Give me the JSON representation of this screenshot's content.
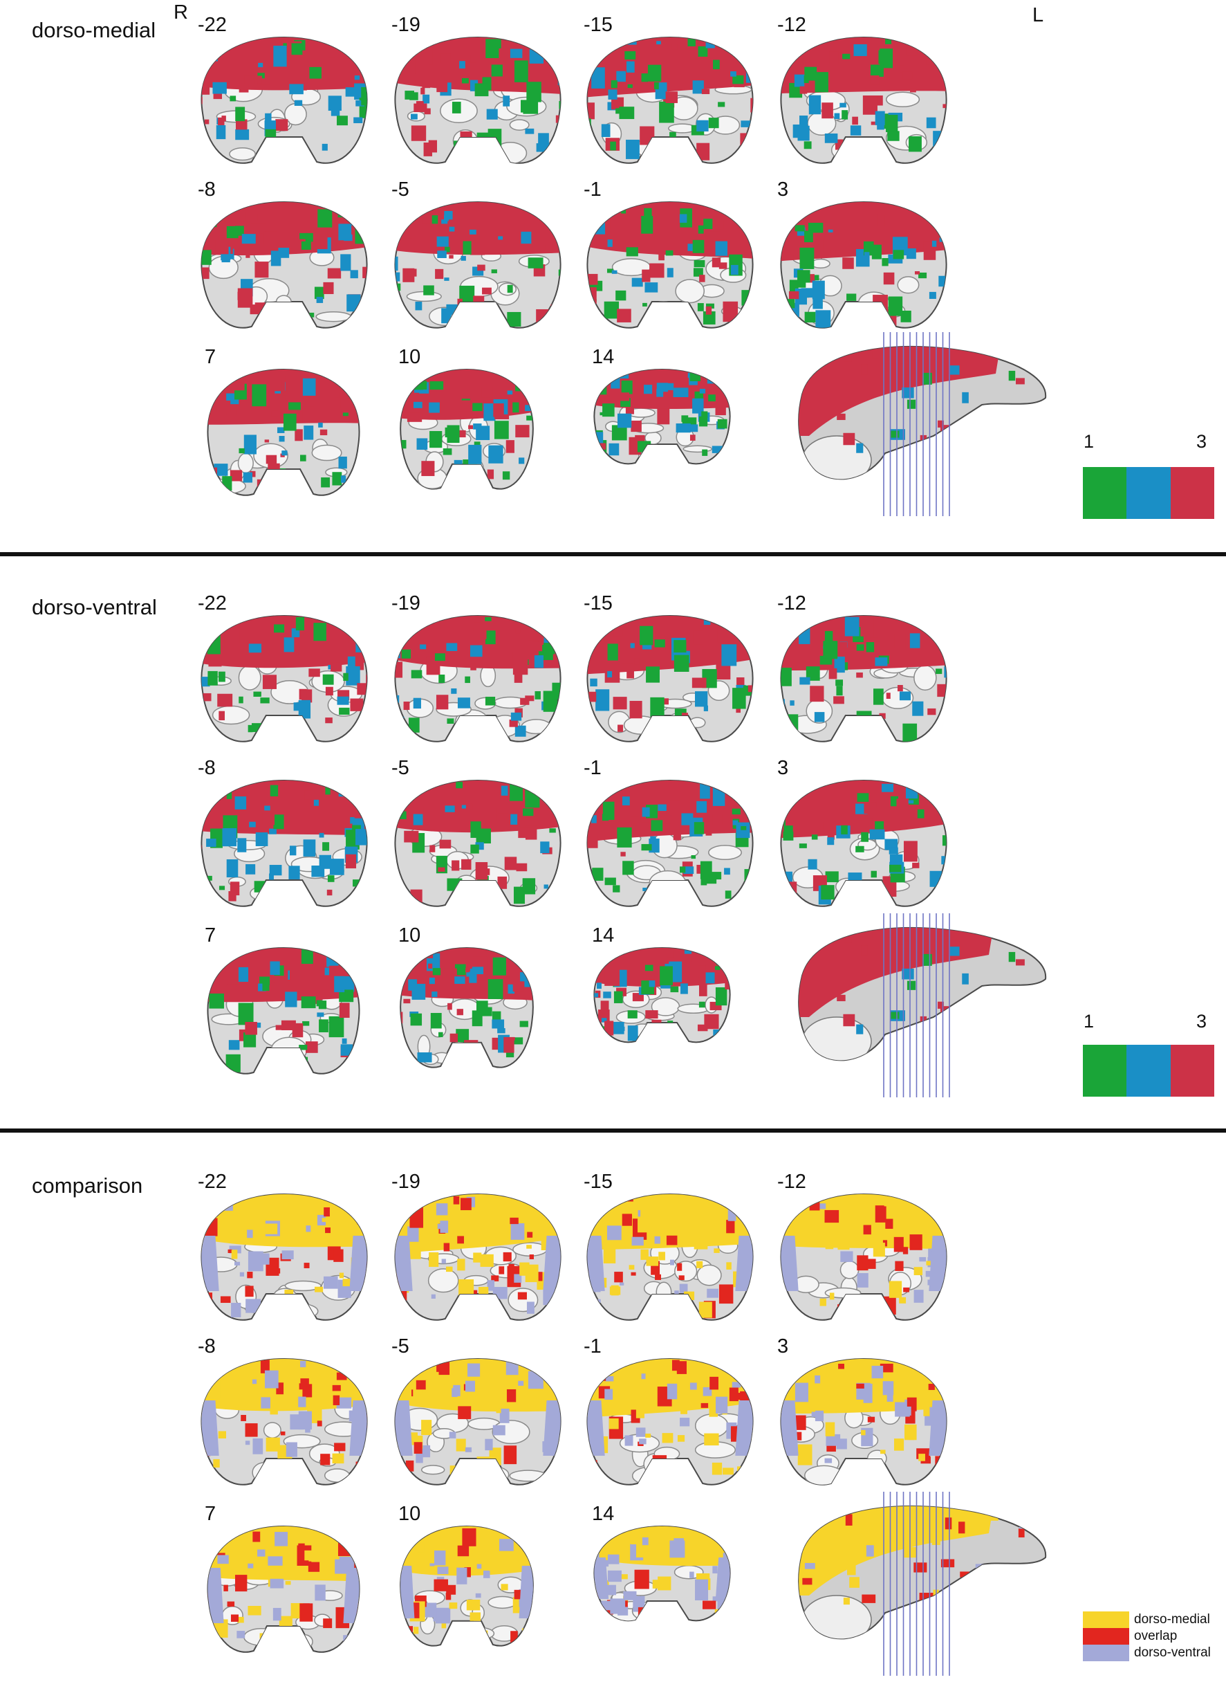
{
  "orientation": {
    "right_label": "R",
    "left_label": "L"
  },
  "slice_labels": [
    "-22",
    "-19",
    "-15",
    "-12",
    "-8",
    "-5",
    "-1",
    "3",
    "7",
    "10",
    "14"
  ],
  "colors": {
    "scale_low": "#1aa538",
    "scale_mid": "#1a8fc6",
    "scale_high": "#cc3247",
    "comparison_dorso_medial": "#f7d42a",
    "comparison_overlap": "#e2261f",
    "comparison_dorso_ventral": "#a3a9d8",
    "slice_line": "#6e74c4"
  },
  "sections": [
    {
      "title": "dorso-medial",
      "scale": {
        "min_label": "1",
        "max_label": "3",
        "colors": [
          "#1aa538",
          "#1a8fc6",
          "#cc3247"
        ]
      }
    },
    {
      "title": "dorso-ventral",
      "scale": {
        "min_label": "1",
        "max_label": "3",
        "colors": [
          "#1aa538",
          "#1a8fc6",
          "#cc3247"
        ]
      }
    },
    {
      "title": "comparison",
      "legend": [
        {
          "label": "dorso-medial",
          "color": "#f7d42a"
        },
        {
          "label": "overlap",
          "color": "#e2261f"
        },
        {
          "label": "dorso-ventral",
          "color": "#a3a9d8"
        }
      ]
    }
  ]
}
